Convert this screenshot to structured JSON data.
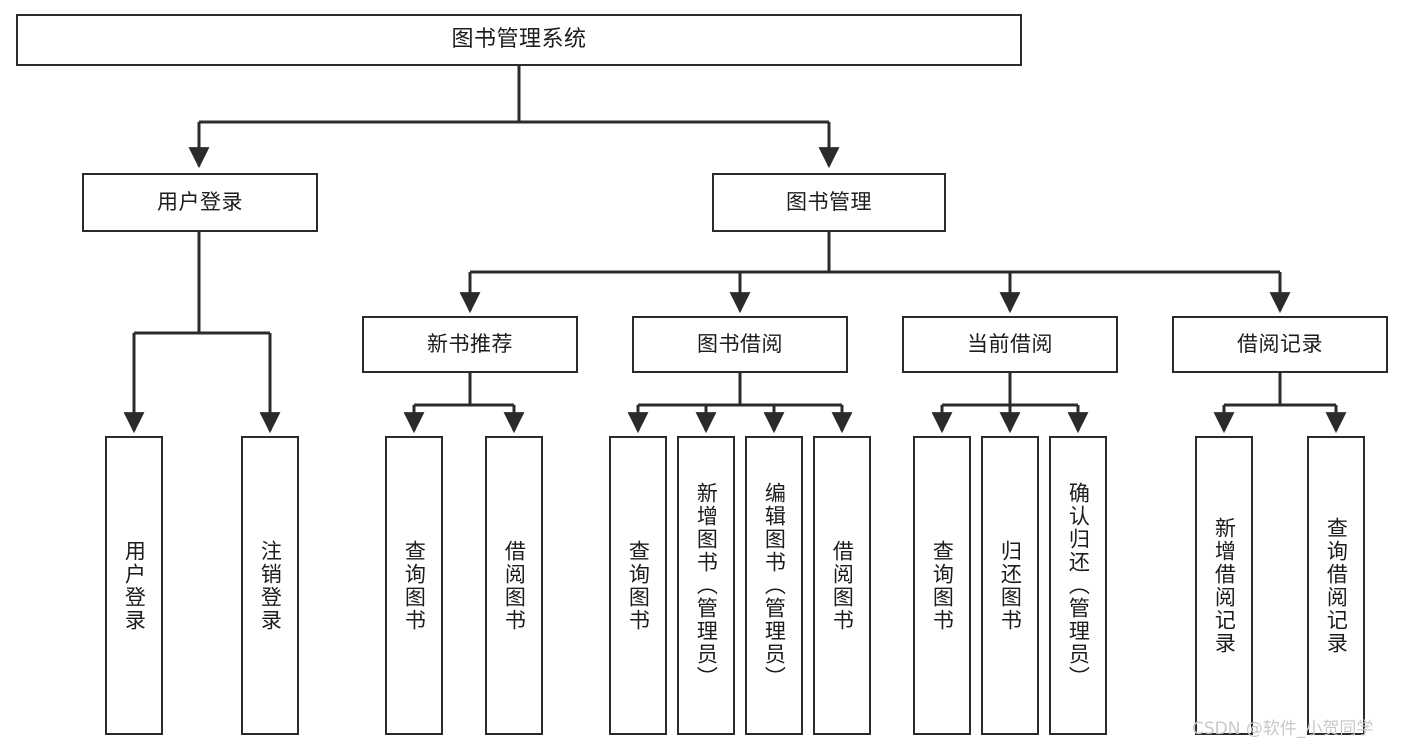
{
  "diagram": {
    "title": "图书管理系统",
    "type": "hierarchy-tree",
    "root": {
      "label": "图书管理系统"
    },
    "level2": [
      {
        "label": "用户登录"
      },
      {
        "label": "图书管理"
      }
    ],
    "level3": [
      {
        "label": "新书推荐"
      },
      {
        "label": "图书借阅"
      },
      {
        "label": "当前借阅"
      },
      {
        "label": "借阅记录"
      }
    ],
    "leaves": {
      "user_login": [
        {
          "label": "用户登录"
        },
        {
          "label": "注销登录"
        }
      ],
      "new_book_recommend": [
        {
          "label": "查询图书"
        },
        {
          "label": "借阅图书"
        }
      ],
      "book_borrow": [
        {
          "label": "查询图书"
        },
        {
          "label": "新增图书（管理员）"
        },
        {
          "label": "编辑图书（管理员）"
        },
        {
          "label": "借阅图书"
        }
      ],
      "current_borrow": [
        {
          "label": "查询图书"
        },
        {
          "label": "归还图书"
        },
        {
          "label": "确认归还（管理员）"
        }
      ],
      "borrow_record": [
        {
          "label": "新增借阅记录"
        },
        {
          "label": "查询借阅记录"
        }
      ]
    }
  },
  "watermark": {
    "text": "CSDN @软件_小贺同学"
  },
  "colors": {
    "stroke": "#2b2b2b",
    "fill": "#ffffff",
    "text": "#1c1c1c",
    "watermark": "#c9c9c9"
  }
}
